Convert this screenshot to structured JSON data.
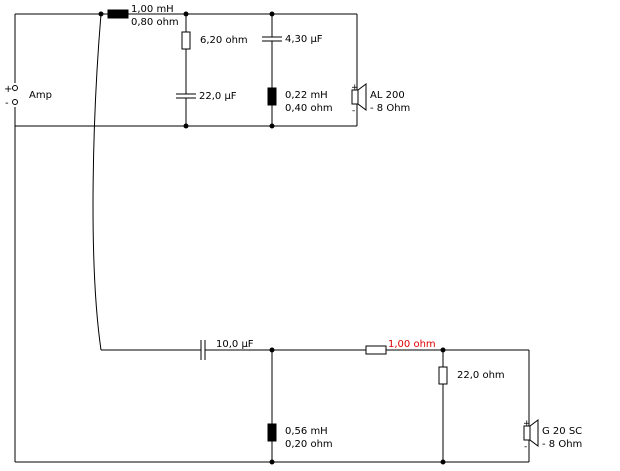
{
  "amp": {
    "plus": "+",
    "minus": "-",
    "label": "Amp"
  },
  "tweeter_branch": {
    "series_inductor": {
      "value": "1,00 mH",
      "resistance": "0,80 ohm"
    },
    "zobel_resistor": {
      "value": "6,20 ohm"
    },
    "zobel_capacitor": {
      "value": "22,0 µF"
    },
    "notch_capacitor": {
      "value": "4,30 µF"
    },
    "notch_inductor": {
      "value": "0,22 mH",
      "resistance": "0,40 ohm"
    },
    "speaker": {
      "name": "AL 200",
      "impedance": "- 8 Ohm",
      "plus": "+",
      "minus": "-"
    }
  },
  "woofer_branch": {
    "series_capacitor": {
      "value": "10,0 µF"
    },
    "series_resistor": {
      "value": "1,00 ohm",
      "color": "#dd0000"
    },
    "shunt_inductor": {
      "value": "0,56 mH",
      "resistance": "0,20 ohm"
    },
    "shunt_resistor": {
      "value": "22,0 ohm"
    },
    "speaker": {
      "name": "G 20 SC",
      "impedance": "- 8 Ohm",
      "plus": "+",
      "minus": "-"
    }
  }
}
